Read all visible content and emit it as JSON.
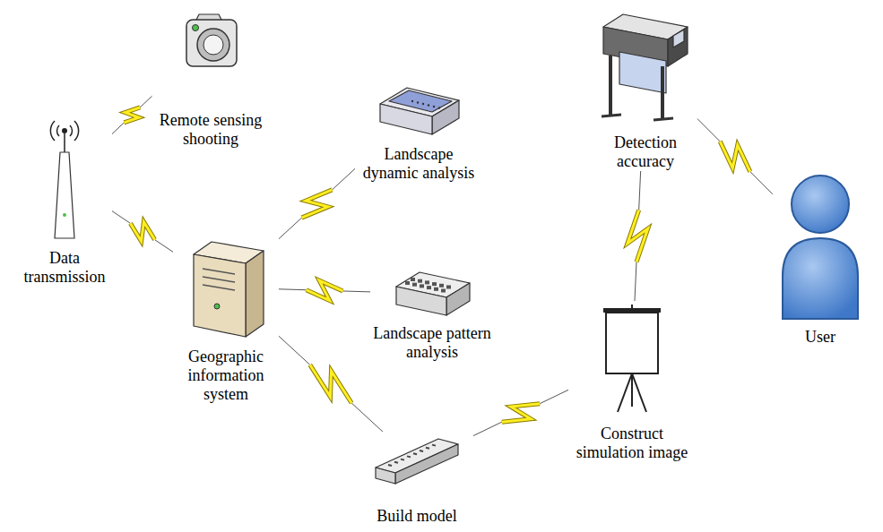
{
  "diagram": {
    "nodes": [
      {
        "text": [
          "Remote sensing shooting"
        ]
      },
      {
        "text": [
          "Detection accuracy"
        ]
      },
      {
        "text": [
          "Landscape dynamic analysis"
        ]
      },
      {
        "text": [
          "Data transmission"
        ]
      },
      {
        "text": [
          "Geographic information system"
        ]
      },
      {
        "text": [
          "Landscape pattern analysis"
        ]
      },
      {
        "text": [
          "User"
        ]
      },
      {
        "text": [
          "Construct simulation image"
        ]
      },
      {
        "text": [
          "Build model"
        ]
      }
    ],
    "edges": [
      {
        "from": 3,
        "to": 0,
        "arrow": "none"
      },
      {
        "from": 3,
        "to": 4,
        "arrow": "none"
      },
      {
        "from": 4,
        "to": 2,
        "arrow": "none"
      },
      {
        "from": 4,
        "to": 5,
        "arrow": "none"
      },
      {
        "from": 4,
        "to": 8,
        "arrow": "none"
      },
      {
        "from": 8,
        "to": 7,
        "arrow": "none"
      },
      {
        "from": 7,
        "to": 1,
        "arrow": "none"
      },
      {
        "from": 1,
        "to": 6,
        "arrow": "none"
      }
    ]
  }
}
